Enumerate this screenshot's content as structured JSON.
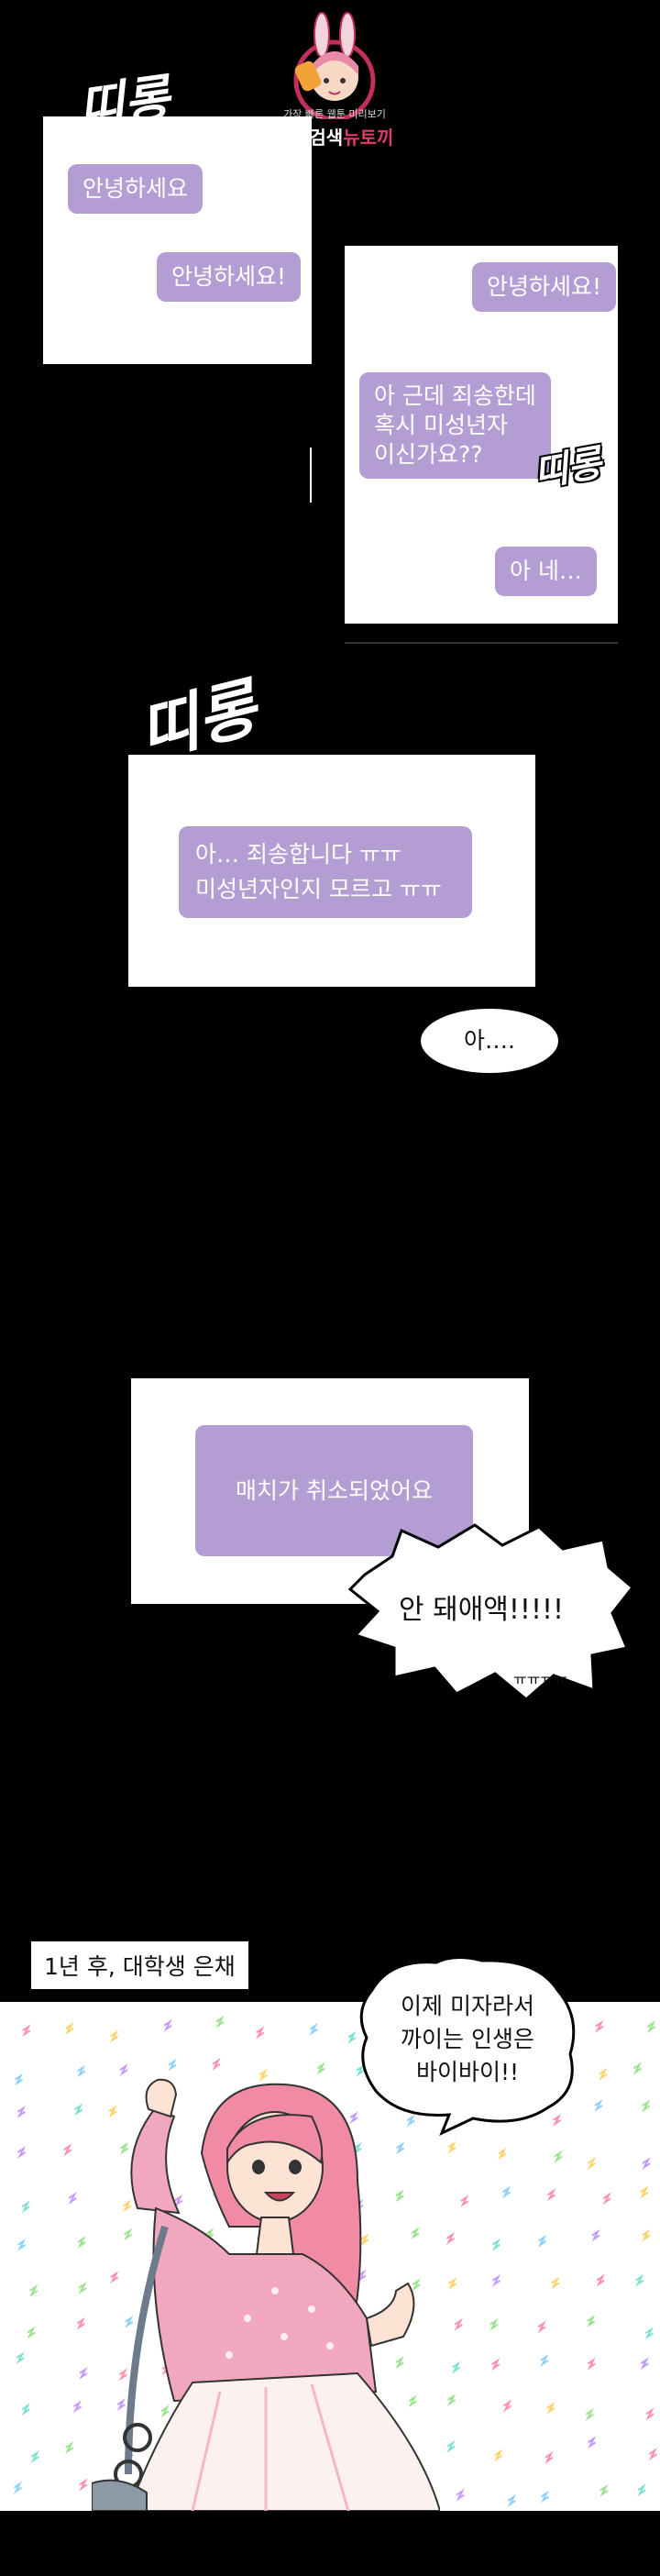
{
  "watermark": {
    "line1": "가장 빠른 웹툰 미리보기",
    "line2": "구글검색",
    "line3": "뉴토끼"
  },
  "scene1": {
    "sfx": "띠롱",
    "left_panel": {
      "bubble_1": "안녕하세요",
      "bubble_2": "안녕하세요!"
    },
    "right_panel": {
      "bubble_1": "안녕하세요!",
      "bubble_2_lines": [
        "아 근데 죄송한데",
        "혹시 미성년자",
        "이신가요??"
      ],
      "sfx": "띠롱",
      "bubble_3": "아 네…"
    }
  },
  "scene2": {
    "sfx": "띠롱",
    "bubble_lines": [
      "아… 죄송합니다 ㅠㅠ",
      "미성년자인지 모르고 ㅠㅠ"
    ],
    "speech": "아…."
  },
  "scene3": {
    "bubble": "매치가 취소되었어요",
    "shout": "안 돼애액!!!!!",
    "shout_small": "ㅠㅠㅠㅠ"
  },
  "scene4": {
    "caption": "1년 후, 대학생 은채",
    "speech_lines": [
      "이제 미자라서",
      "까이는 인생은",
      "바이바이!!"
    ]
  },
  "colors": {
    "bubble": "#b39dd3",
    "background": "#000000",
    "hair": "#f08aa5",
    "sweater": "#f1a7bd"
  }
}
